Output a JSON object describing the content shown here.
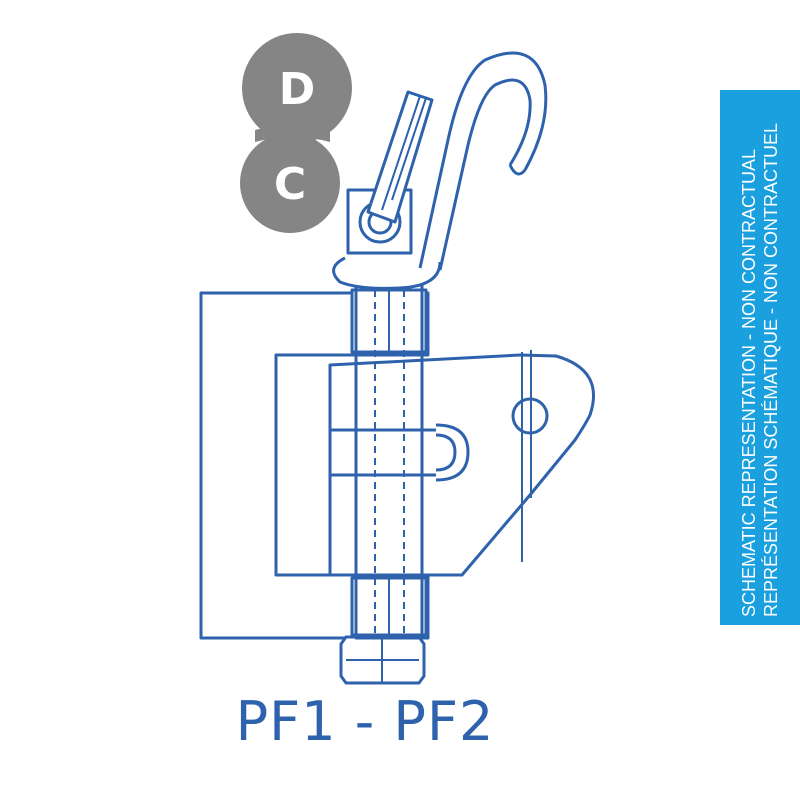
{
  "logo": {
    "letter_top": "D",
    "letter_bottom": "C",
    "color": "#858585"
  },
  "drawing": {
    "stroke_color": "#2f62ad"
  },
  "caption": {
    "text": "PF1 - PF2"
  },
  "side_band": {
    "color": "#1aa0df",
    "line1": "SCHEMATIC REPRESENTATION  -  NON CONTRACTUAL",
    "line2": "REPRÉSENTATION SCHÉMATIQUE  -  NON CONTRACTUEL"
  }
}
